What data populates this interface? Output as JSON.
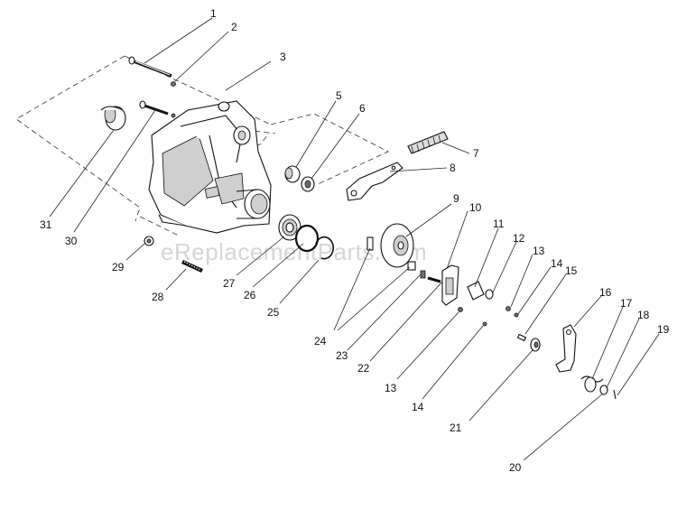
{
  "watermark": "eReplacementParts.com",
  "callouts": [
    "1",
    "2",
    "3",
    "5",
    "6",
    "7",
    "8",
    "9",
    "10",
    "11",
    "12",
    "13",
    "14",
    "15",
    "16",
    "17",
    "18",
    "19",
    "20",
    "21",
    "22",
    "23",
    "24",
    "25",
    "26",
    "27",
    "28",
    "29",
    "30",
    "31",
    "13",
    "14"
  ]
}
